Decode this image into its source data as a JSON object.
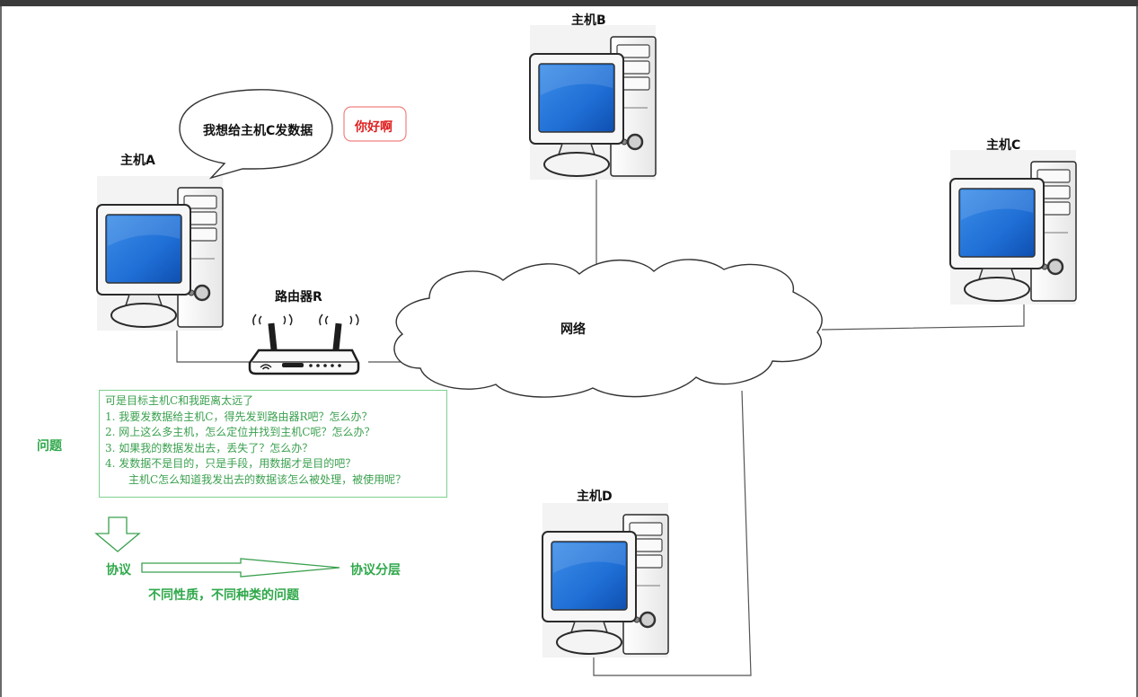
{
  "hosts": {
    "a": "主机A",
    "b": "主机B",
    "c": "主机C",
    "d": "主机D"
  },
  "router": "路由器R",
  "network": "网络",
  "speech_bubble": "我想给主机C发数据",
  "greeting_bubble": "你好啊",
  "problem_label": "问题",
  "questions": {
    "intro": "可是目标主机C和我距离太远了",
    "q1": "1.  我要发数据给主机C，得先发到路由器R吧？怎么办？",
    "q2": "2.  网上这么多主机，怎么定位并找到主机C呢？怎么办？",
    "q3": "3.  如果我的数据发出去，丢失了？怎么办？",
    "q4": "4.  发数据不是目的，只是手段，用数据才是目的吧？",
    "q4b": "主机C怎么知道我发出去的数据该怎么被处理，被使用呢？"
  },
  "protocol_label": "协议",
  "layering_label": "协议分层",
  "note": "不同性质，不同种类的问题",
  "colors": {
    "accent_green": "#2fa84a",
    "alert_red": "#e02020",
    "screen_blue": "#1f6fd6"
  }
}
